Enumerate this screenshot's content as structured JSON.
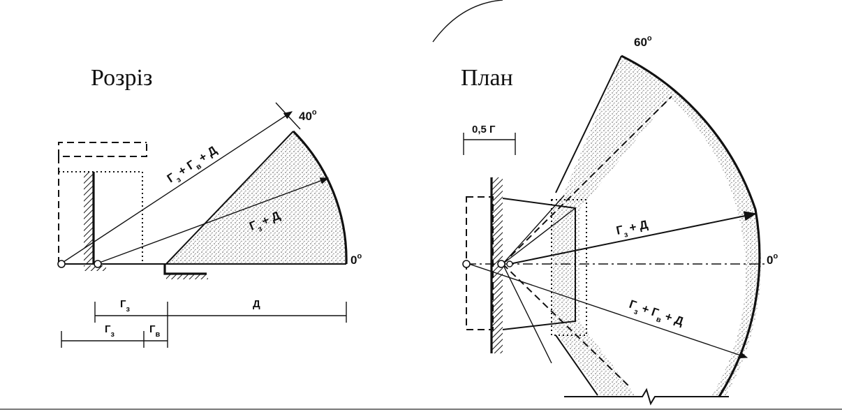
{
  "section": {
    "title": "Розріз",
    "angle_top": "40",
    "angle_zero": "0",
    "label_long": "Г",
    "label_long_sub1": "з",
    "label_long_sub2": "в",
    "label_long_rest": "+ Г   + Д",
    "label_short": "Г",
    "label_short_sub": "з",
    "label_short_rest": "+ Д",
    "dim_gz_upper": "Г",
    "dim_gz_upper_sub": "з",
    "dim_d": "Д",
    "dim_gz_lower": "Г",
    "dim_gz_lower_sub": "з",
    "dim_gv": "Г",
    "dim_gv_sub": "в",
    "degree": "o"
  },
  "plan": {
    "title": "План",
    "angle_top": "60",
    "angle_zero": "0",
    "dim_half": "0,5 Г",
    "label_short": "Г",
    "label_short_sub": "з",
    "label_short_rest": "+ Д",
    "label_long": "Г",
    "label_long_sub1": "з",
    "label_long_sub2": "в",
    "label_long_rest": "+ Г   + Д",
    "degree": "o"
  }
}
